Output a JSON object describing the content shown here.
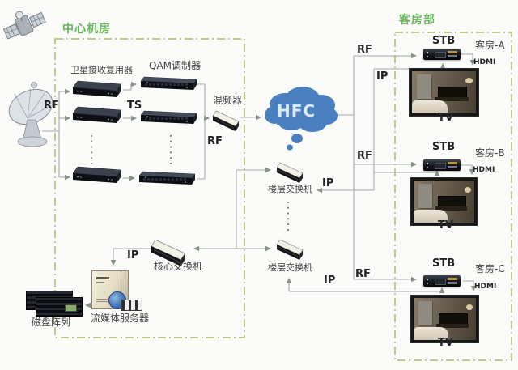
{
  "regions": {
    "central_label": "中心机房",
    "guest_label": "客房部"
  },
  "devices": {
    "satellite_mux_label": "卫星接收复用器",
    "qam_label": "QAM调制器",
    "mixer_label": "混频器",
    "hfc_label": "HFC",
    "floor_switch_label": "楼层交换机",
    "core_switch_label": "核心交换机",
    "media_server_label": "流媒体服务器",
    "disk_array_label": "磁盘阵列",
    "stb_label": "STB",
    "tv_label": "TV"
  },
  "links": {
    "rf": "RF",
    "ip": "IP",
    "ts": "TS",
    "hdmi": "HDMI"
  },
  "rooms": [
    {
      "label": "客房-A"
    },
    {
      "label": "客房-B"
    },
    {
      "label": "客房-C"
    }
  ],
  "colors": {
    "region_label": "#67b55b",
    "border_dash": "#bcc27b",
    "cloud_fill": "#4a7fc0",
    "cloud_text": "#dce9f6",
    "line": "#a6a9ab",
    "arrow": "#87928a"
  }
}
